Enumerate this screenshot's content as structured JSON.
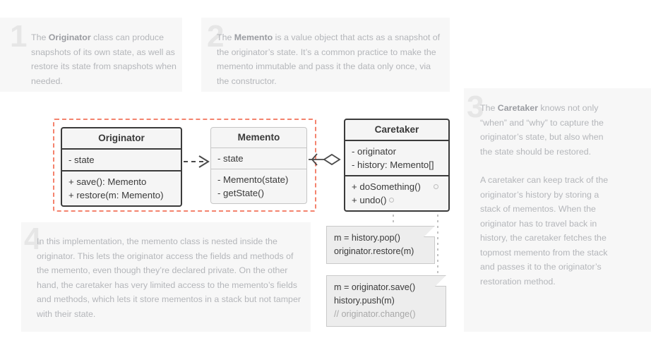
{
  "panels": [
    {
      "number": "1",
      "paragraphs": [
        {
          "pre": "The ",
          "bold": "Originator",
          "post": " class can produce snapshots of its own state, as well as restore its state from snapshots when needed."
        }
      ]
    },
    {
      "number": "2",
      "paragraphs": [
        {
          "pre": "The ",
          "bold": "Memento",
          "post": " is a value object that acts as a snapshot of the originator’s state. It’s a common practice to make the memento immutable and pass it the data only once, via the constructor."
        }
      ]
    },
    {
      "number": "3",
      "paragraphs": [
        {
          "pre": "The ",
          "bold": "Caretaker",
          "post": " knows not only “when” and “why” to capture the originator’s state, but also when the state should be restored."
        },
        {
          "pre": "",
          "bold": "",
          "post": "A caretaker can keep track of the originator’s history by storing a stack of mementos. When the originator has to travel back in history, the caretaker fetches the topmost memento from the stack and passes it to the originator’s restoration method."
        }
      ]
    },
    {
      "number": "4",
      "paragraphs": [
        {
          "pre": "",
          "bold": "",
          "post": "In this implementation, the memento class is nested inside the originator. This lets the originator access the fields and methods of the memento, even though they’re declared private. On the other hand, the caretaker has very limited access to the memento’s fields and methods, which lets it store mementos in a stack but not tamper with their state."
        }
      ]
    }
  ],
  "classes": {
    "originator": {
      "title": "Originator",
      "fields": [
        "- state"
      ],
      "methods": [
        "+ save(): Memento",
        "+ restore(m: Memento)"
      ]
    },
    "memento": {
      "title": "Memento",
      "fields": [
        "- state"
      ],
      "methods": [
        "- Memento(state)",
        "- getState()"
      ]
    },
    "caretaker": {
      "title": "Caretaker",
      "fields": [
        "- originator",
        "- history: Memento[]"
      ],
      "methods": [
        "+ doSomething()",
        "+ undo()"
      ]
    }
  },
  "notes": [
    {
      "lines": [
        {
          "text": "m = history.pop()",
          "dim": false
        },
        {
          "text": "originator.restore(m)",
          "dim": false
        }
      ]
    },
    {
      "lines": [
        {
          "text": "m = originator.save()",
          "dim": false
        },
        {
          "text": "history.push(m)",
          "dim": false
        },
        {
          "text": "// originator.change()",
          "dim": true
        }
      ]
    }
  ],
  "colors": {
    "nest_border": "#f4836e",
    "panel_bg": "#f7f7f7",
    "panel_text": "#b4b6ba",
    "big_number": "#e6e6e6",
    "class_fill": "#f5f5f5",
    "class_border_strong": "#3b3b3b",
    "class_border_light": "#c6c6c6",
    "note_fill": "#ededed",
    "note_border": "#c9c9c9",
    "connector": "#4a4a4a",
    "dotted_connector": "#c2c2c2"
  },
  "connectors": {
    "originator_to_memento": "dependency",
    "caretaker_to_memento": "aggregation",
    "undo_to_note1": "note-link",
    "dosomething_to_note2": "note-link"
  }
}
